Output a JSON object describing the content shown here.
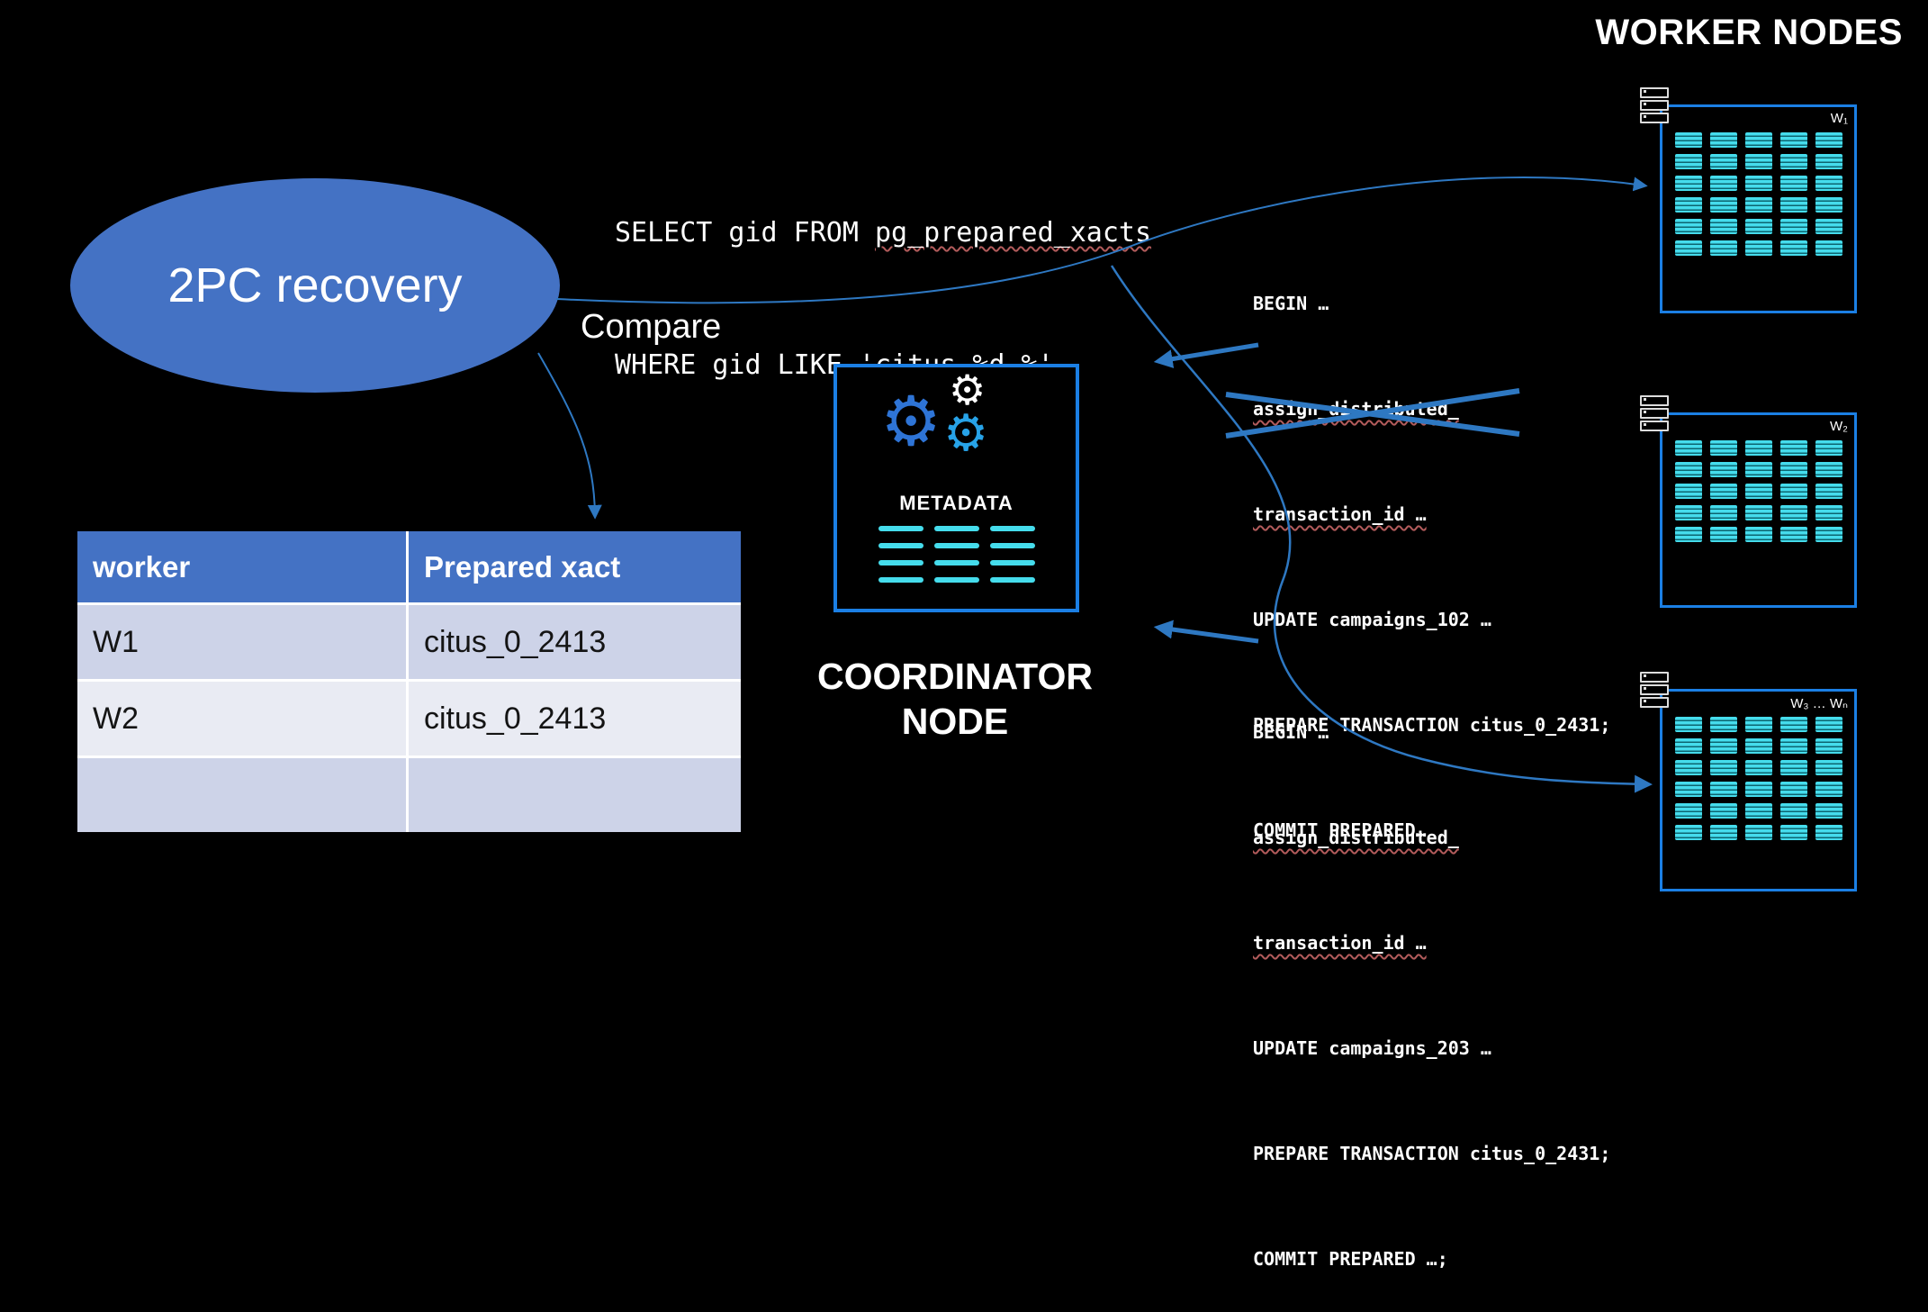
{
  "colors": {
    "accent_blue": "#4472C4",
    "box_border_blue": "#1B7FE4",
    "cyan": "#45DCEC",
    "arrow_blue": "#2E78C2",
    "row_shade_dark": "#CDD3E8",
    "row_shade_light": "#E9EBF3",
    "gear_dark_blue": "#2E74D6",
    "gear_light_blue": "#27A3E8",
    "code_underline_red": "#B25B5B"
  },
  "header": {
    "worker_nodes_title": "WORKER NODES"
  },
  "recovery_ellipse": {
    "label": "2PC recovery"
  },
  "compare_label": "Compare",
  "sql": {
    "l1a": "SELECT gid FROM ",
    "l1b": "pg_prepared_xacts",
    "l2a": "WHERE gid LIKE ",
    "l2b": "'citus_%d_%'"
  },
  "table": {
    "headers": [
      "worker",
      "Prepared xact"
    ],
    "rows": [
      [
        "W1",
        "citus_0_2413"
      ],
      [
        "W2",
        "citus_0_2413"
      ],
      [
        "",
        ""
      ]
    ]
  },
  "coordinator": {
    "metadata_label": "METADATA",
    "caption_line1": "COORDINATOR",
    "caption_line2": "NODE"
  },
  "workers": [
    {
      "label": "W₁",
      "shard_rows": 6,
      "shard_cols": 5
    },
    {
      "label": "W₂",
      "shard_rows": 5,
      "shard_cols": 5
    },
    {
      "label": "W₃ … Wₙ",
      "shard_rows": 6,
      "shard_cols": 5
    }
  ],
  "tx_block_1": {
    "lines": [
      "BEGIN …",
      "assign_distributed_",
      "transaction_id …",
      "UPDATE campaigns_102 …",
      "PREPARE TRANSACTION citus_0_2431;",
      "COMMIT PREPARED…"
    ]
  },
  "tx_block_2": {
    "lines": [
      "BEGIN …",
      "assign_distributed_",
      "transaction_id …",
      "UPDATE campaigns_203 …",
      "PREPARE TRANSACTION citus_0_2431;",
      "COMMIT PREPARED …;"
    ]
  }
}
